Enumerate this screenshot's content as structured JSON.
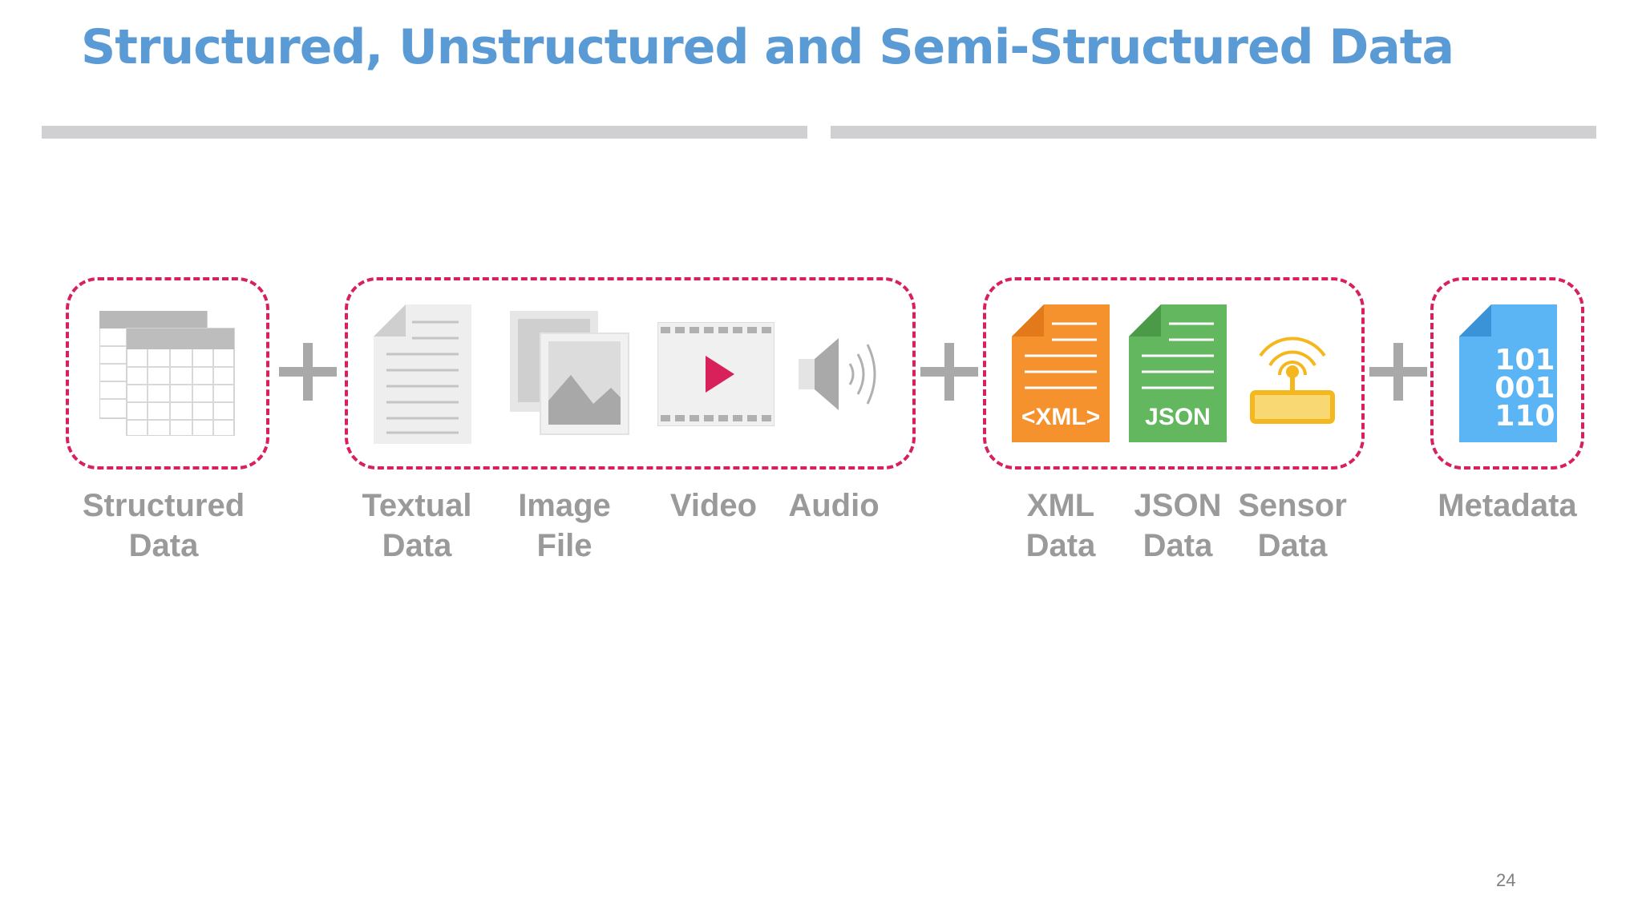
{
  "slide": {
    "title": "Structured, Unstructured and Semi-Structured Data",
    "page_number": "24"
  },
  "items": {
    "structured": {
      "line1": "Structured",
      "line2": "Data"
    },
    "textual": {
      "line1": "Textual",
      "line2": "Data"
    },
    "image": {
      "line1": "Image",
      "line2": "File"
    },
    "video": {
      "line1": "Video",
      "line2": ""
    },
    "audio": {
      "line1": "Audio",
      "line2": ""
    },
    "xml": {
      "line1": "XML",
      "line2": "Data",
      "badge": "<XML>"
    },
    "json": {
      "line1": "JSON",
      "line2": "Data",
      "badge": "JSON"
    },
    "sensor": {
      "line1": "Sensor",
      "line2": "Data"
    },
    "metadata": {
      "line1": "Metadata",
      "line2": "",
      "binary": [
        "101",
        "001",
        "110"
      ]
    }
  },
  "colors": {
    "title": "#5b9bd5",
    "dashed_border": "#d8215a",
    "xml": "#f5922e",
    "json": "#62b75f",
    "sensor": "#f4b81e",
    "metadata": "#5bb5f5",
    "label": "#9a9a9a"
  }
}
